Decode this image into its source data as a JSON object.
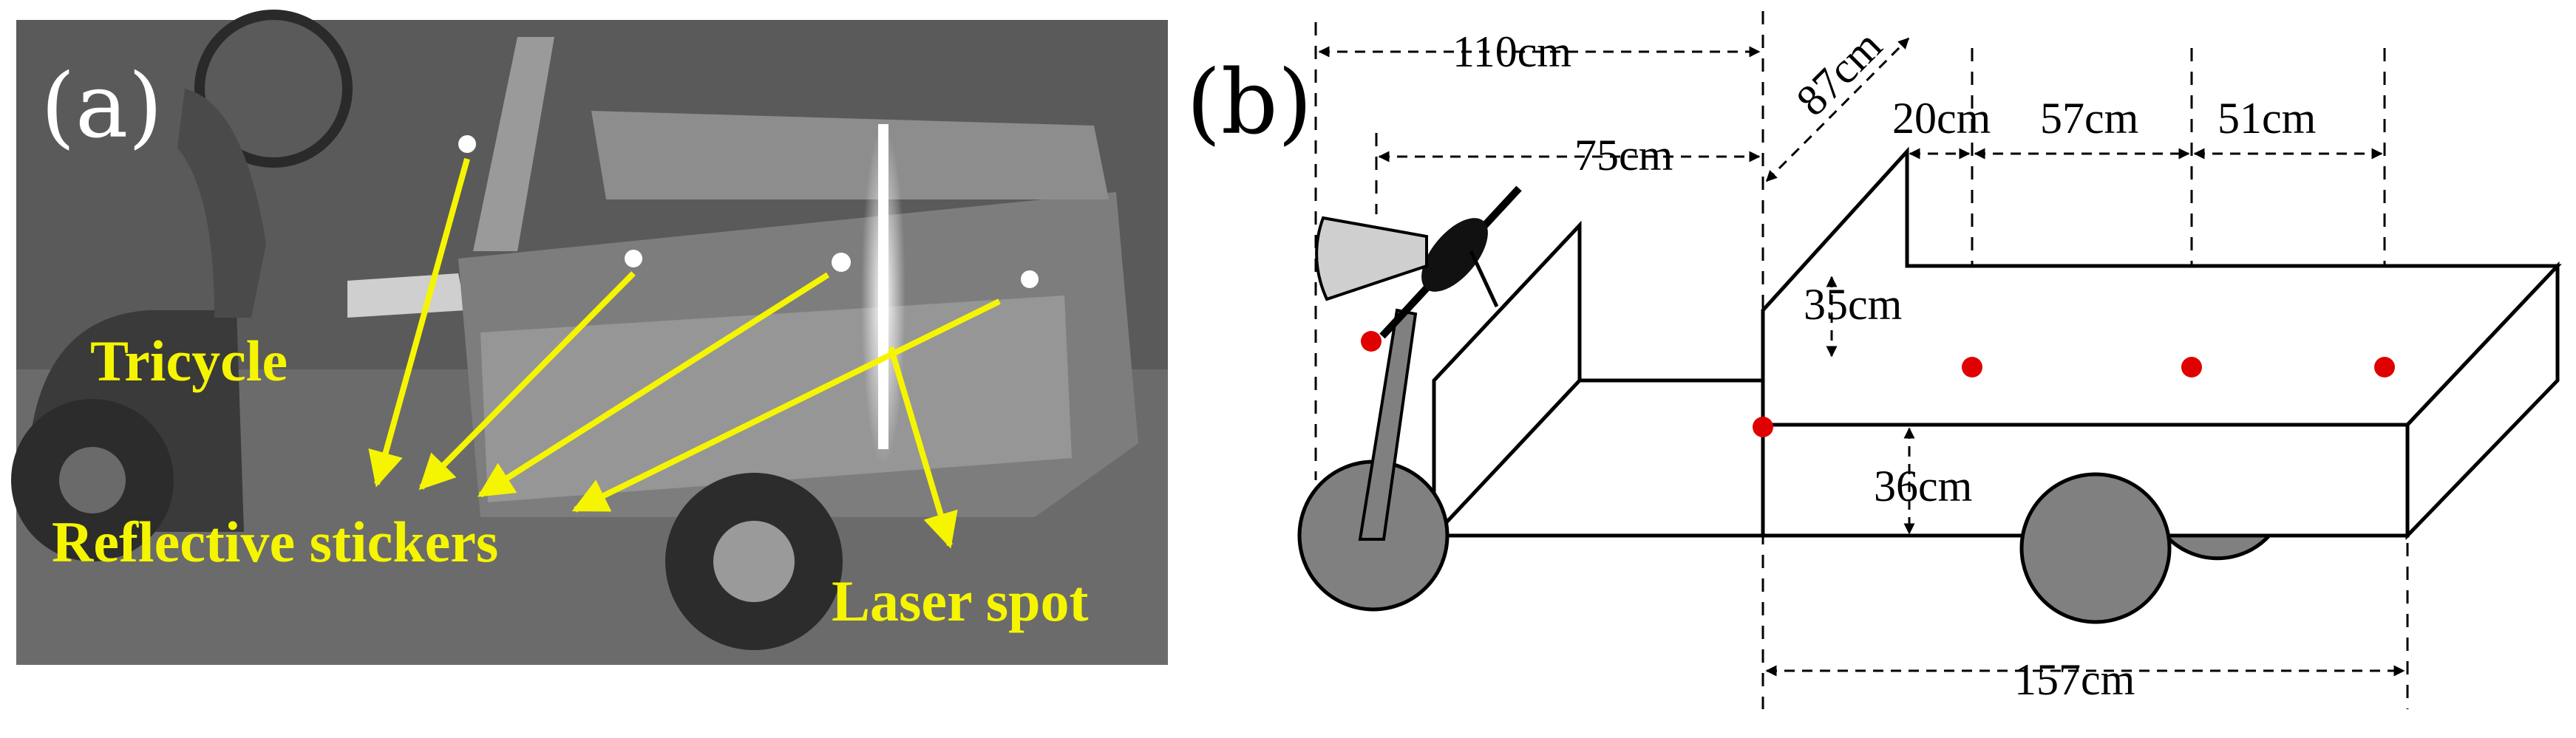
{
  "panels": {
    "a": {
      "label": "(a)",
      "annotations": {
        "tricycle": "Tricycle",
        "reflective_stickers": "Reflective stickers",
        "laser_spot": "Laser spot"
      }
    },
    "b": {
      "label": "(b)",
      "dimensions": {
        "overall_front": "110cm",
        "cab": "75cm",
        "depth": "87cm",
        "gap_first": "20cm",
        "gap_second": "57cm",
        "gap_third": "51cm",
        "wall_height": "35cm",
        "bed_height": "36cm",
        "bed_length": "157cm"
      }
    }
  },
  "colors": {
    "annotation": "#f5f500",
    "sticker_marker": "#e00000",
    "wheel_fill": "#808080",
    "photo_background": "#5a5a5a"
  }
}
